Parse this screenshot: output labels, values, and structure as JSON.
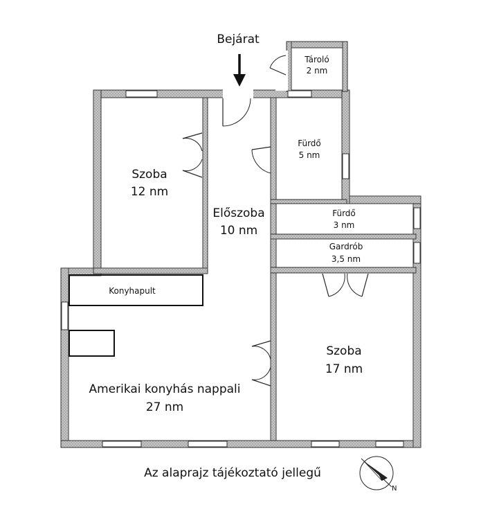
{
  "entrance": {
    "label": "Bejárat"
  },
  "rooms": [
    {
      "id": "storage",
      "name": "Tároló",
      "area": "2 nm"
    },
    {
      "id": "bedroom-12",
      "name": "Szoba",
      "area": "12 nm"
    },
    {
      "id": "hall",
      "name": "Előszoba",
      "area": "10 nm"
    },
    {
      "id": "bath-5",
      "name": "Fürdő",
      "area": "5 nm"
    },
    {
      "id": "bath-3",
      "name": "Fürdő",
      "area": "3 nm"
    },
    {
      "id": "wardrobe",
      "name": "Gardrób",
      "area": "3,5 nm"
    },
    {
      "id": "counter",
      "name": "Konyhapult"
    },
    {
      "id": "bedroom-17",
      "name": "Szoba",
      "area": "17 nm"
    },
    {
      "id": "living",
      "name": "Amerikai konyhás nappali",
      "area": "27 nm"
    }
  ],
  "disclaimer": "Az alaprajz tájékoztató jellegű",
  "compass": {
    "label": "N"
  },
  "colors": {
    "wall_fill": "#b5b5b5",
    "wall_stroke": "#333333"
  }
}
